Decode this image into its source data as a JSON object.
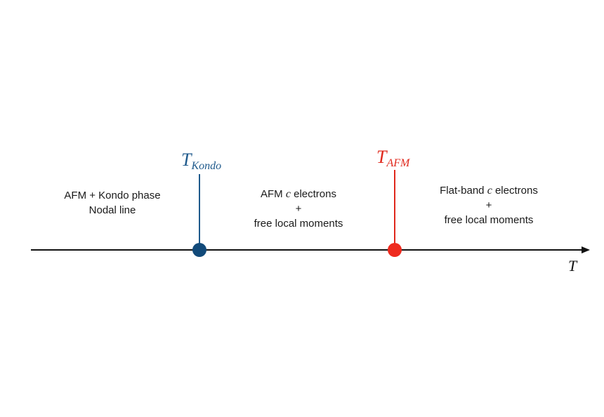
{
  "axis": {
    "label": "T"
  },
  "markers": [
    {
      "id": "kondo",
      "symbol": "T",
      "subscript": "Kondo",
      "color": "#1f5a8c",
      "dot_color": "#124a7a"
    },
    {
      "id": "afm",
      "symbol": "T",
      "subscript": "AFM",
      "color": "#e0281c",
      "dot_color": "#ee2a1e"
    }
  ],
  "regions": [
    {
      "lines": [
        [
          "AFM + Kondo phase"
        ],
        [
          "Nodal line"
        ]
      ]
    },
    {
      "lines": [
        [
          "AFM ",
          {
            "it": "c"
          },
          " electrons"
        ],
        [
          "+"
        ],
        [
          "free local moments"
        ]
      ]
    },
    {
      "lines": [
        [
          "Flat-band ",
          {
            "it": "c"
          },
          " electrons"
        ],
        [
          "+"
        ],
        [
          "free local moments"
        ]
      ]
    }
  ]
}
